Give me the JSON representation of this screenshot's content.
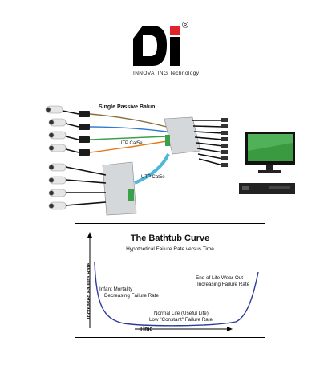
{
  "logo": {
    "letters": "Di",
    "tagline": "INNOVATING Technology",
    "registered": "®"
  },
  "diagram": {
    "title": "Single Passive Balun",
    "cable_top": "UTP Cat5e",
    "cable_bottom": "UTP Cat5e",
    "colors": {
      "camera": "#e9e9e9",
      "balun": "#1c1c1c",
      "hub": "#cfd3d6",
      "cable_blue": "#4fb7d9",
      "screen": "#3a9a3f"
    }
  },
  "bathtub": {
    "title": "The Bathtub Curve",
    "subtitle": "Hypothetical Failure Rate versus Time",
    "ylabel": "Increased Failure Rate",
    "xlabel": "Time",
    "infant_line1": "Infant Mortality",
    "infant_line2": "Decreasing Failure Rate",
    "normal_line1": "Normal Life (Useful Life)",
    "normal_line2": "Low \"Constant\" Failure Rate",
    "wear_line1": "End of Life Wear-Out",
    "wear_line2": "Increasing Failure Rate",
    "curve_color": "#2d3a9a"
  }
}
